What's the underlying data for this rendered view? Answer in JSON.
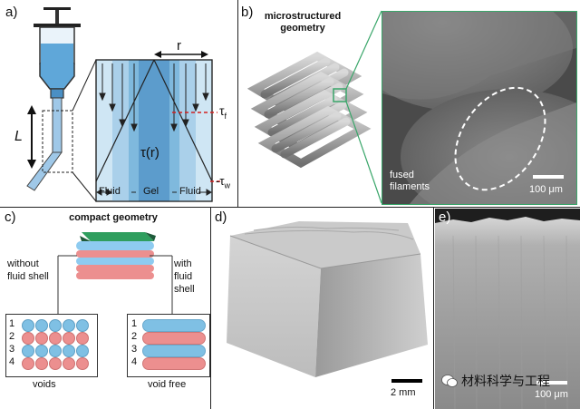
{
  "panels": {
    "a": {
      "label": "a)",
      "length_symbol": "L",
      "radius_symbol": "r",
      "stress_profile": "τ(r)",
      "tau_f": "τ",
      "tau_f_sub": "f",
      "tau_w": "-τ",
      "tau_w_sub": "w",
      "regions": [
        "Fluid",
        "Gel",
        "Fluid"
      ]
    },
    "b": {
      "label": "b)",
      "title": "microstructured geometry",
      "annotation": "fused filaments",
      "scale_bar": "100 μm"
    },
    "c": {
      "label": "c)",
      "title": "compact geometry",
      "left_label": "without fluid shell",
      "right_label": "with fluid shell",
      "row_numbers": [
        "1",
        "2",
        "3",
        "4"
      ],
      "left_caption": "voids",
      "right_caption": "void free"
    },
    "d": {
      "label": "d)",
      "scale_bar": "2 mm"
    },
    "e": {
      "label": "e)",
      "scale_bar": "100 μm"
    }
  },
  "watermark": "材料科学与工程",
  "colors": {
    "blue_light": "#cfe6f4",
    "blue_mid": "#7fb9dd",
    "blue_dark": "#4f8fbf",
    "red": "#ec8f8f",
    "green": "#3aa66a",
    "dashed_red": "#d22020",
    "sem_gray": "#6e6e6e"
  }
}
